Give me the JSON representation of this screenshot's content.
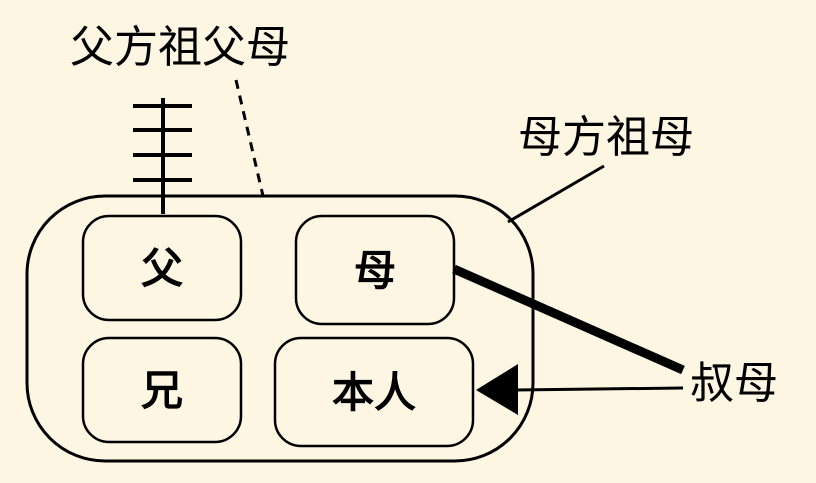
{
  "labels": {
    "paternal_grandparents": "父方祖父母",
    "maternal_grandmother": "母方祖母",
    "aunt": "叔母"
  },
  "family_boxes": {
    "father": "父",
    "mother": "母",
    "brother": "兄",
    "self": "本人"
  },
  "colors": {
    "background": "#fdf6e3",
    "stroke": "#000000"
  }
}
